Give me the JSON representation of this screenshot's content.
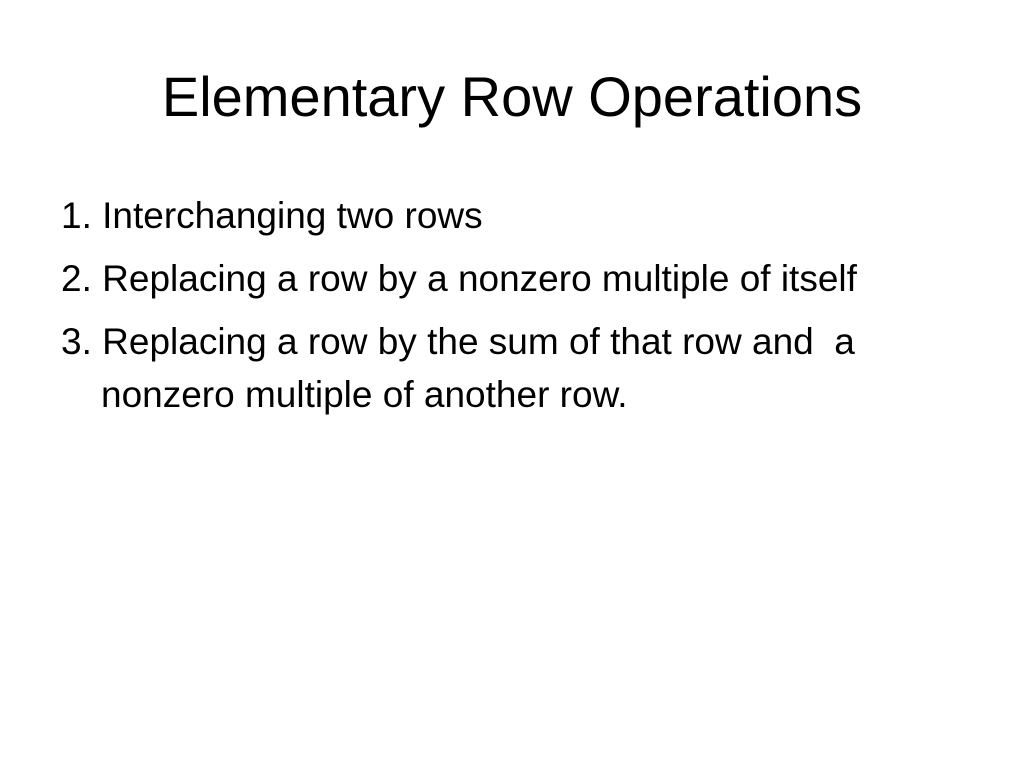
{
  "slide": {
    "title": "Elementary Row Operations",
    "items": [
      {
        "number": "1.",
        "text": "Interchanging two rows"
      },
      {
        "number": "2.",
        "text": "Replacing a row by a nonzero multiple of itself"
      },
      {
        "number": "3.",
        "text": "Replacing a row by the sum of that row and  a nonzero multiple of another row."
      }
    ]
  }
}
